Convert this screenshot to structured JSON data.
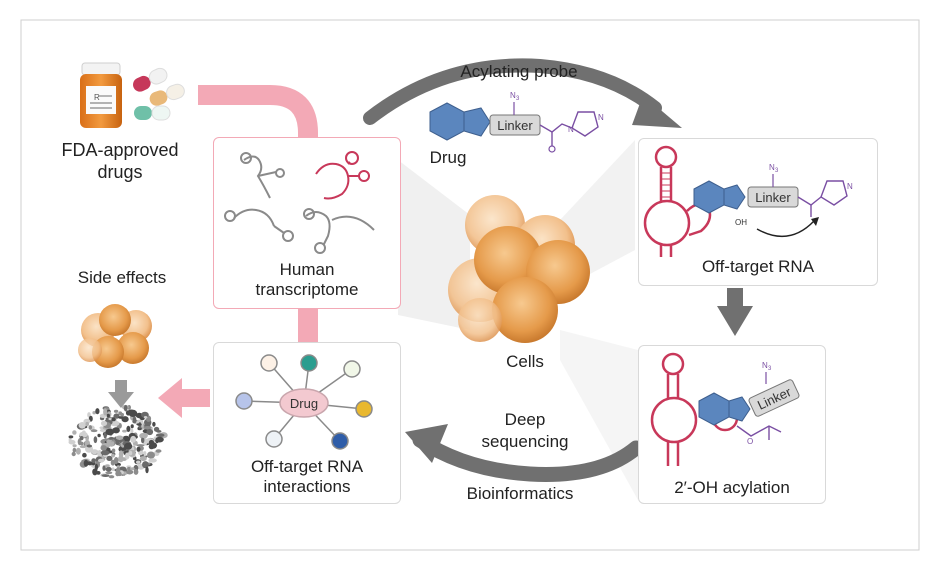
{
  "labels": {
    "fda_line1": "FDA-approved",
    "fda_line2": "drugs",
    "acylating_probe": "Acylating probe",
    "drug": "Drug",
    "linker": "Linker",
    "azide": "N",
    "azide_sub": "3",
    "oh": "OH",
    "human_line1": "Human",
    "human_line2": "transcriptome",
    "side_effects": "Side effects",
    "cells": "Cells",
    "off_target_rna": "Off-target RNA",
    "deep_line1": "Deep",
    "deep_line2": "sequencing",
    "bioinformatics": "Bioinformatics",
    "acylation": "2′-OH acylation",
    "interactions_line1": "Off-target RNA",
    "interactions_line2": "interactions",
    "hub_drug": "Drug",
    "pill_rx": "R"
  },
  "colors": {
    "pink": "#f3a9b6",
    "rna": "#c8385a",
    "drug_blue": "#5b86be",
    "probe_purple": "#7a4fa3",
    "arrow_gray": "#707070",
    "cell_orange": "#e9a45d",
    "pill_orange": "#e8872b",
    "box_border": "#d9d9d9"
  },
  "icons": [
    "pill-bottle-icon",
    "capsule-icon",
    "cell-cluster-icon",
    "dead-cells-icon",
    "rna-hairpin-icon",
    "imidazole-icon",
    "network-icon"
  ]
}
